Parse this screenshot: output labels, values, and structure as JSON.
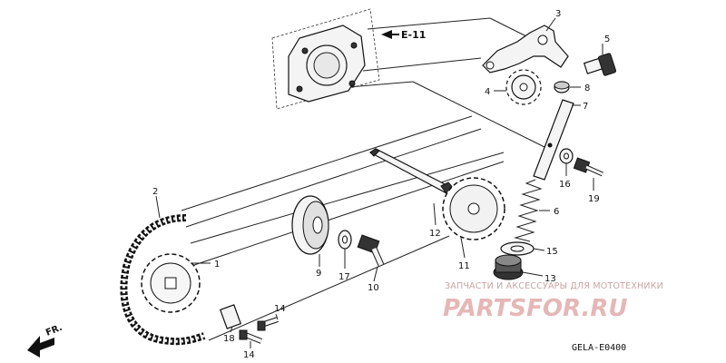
{
  "reference": {
    "arrow_label": "E-11"
  },
  "direction": {
    "label": "FR."
  },
  "diagram_code": "GELA-E0400",
  "watermark": {
    "top": "ЗАПЧАСТИ И АКСЕССУАРЫ ДЛЯ МОТОТЕХНИКИ",
    "brand": "PARTSFOR.RU"
  },
  "callouts": {
    "c1": "1",
    "c2": "2",
    "c3": "3",
    "c4": "4",
    "c5": "5",
    "c6": "6",
    "c7": "7",
    "c8": "8",
    "c9": "9",
    "c10": "10",
    "c11": "11",
    "c12": "12",
    "c13": "13",
    "c14a": "14",
    "c14b": "14",
    "c15": "15",
    "c16": "16",
    "c17": "17",
    "c18": "18",
    "c19": "19"
  }
}
